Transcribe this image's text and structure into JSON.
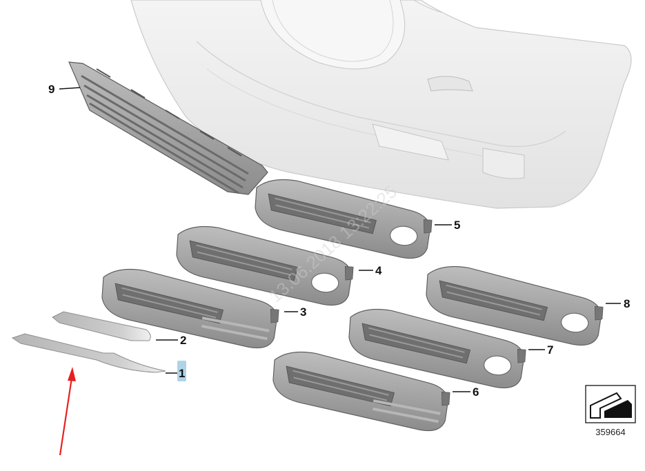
{
  "diagram": {
    "callouts": [
      {
        "id": "9",
        "label": "9"
      },
      {
        "id": "5",
        "label": "5"
      },
      {
        "id": "4",
        "label": "4"
      },
      {
        "id": "3",
        "label": "3"
      },
      {
        "id": "8",
        "label": "8"
      },
      {
        "id": "2",
        "label": "2"
      },
      {
        "id": "7",
        "label": "7"
      },
      {
        "id": "1",
        "label": "1"
      },
      {
        "id": "6",
        "label": "6"
      }
    ],
    "highlighted_callout": "1",
    "diagram_number": "359664",
    "watermark": "13.06.2018 13:22:25",
    "colors": {
      "bumper": "#efefef",
      "bumper_edge": "#c9c9c9",
      "grille_body": "#a7a7a7",
      "grille_dark": "#6f6f6f",
      "trim_strip": "#c2c2c2",
      "highlight": "#aed3e6",
      "arrow": "#e8201e"
    },
    "icons": {
      "overview": "arrow-to-car-icon",
      "pointer": "red-arrow"
    }
  }
}
